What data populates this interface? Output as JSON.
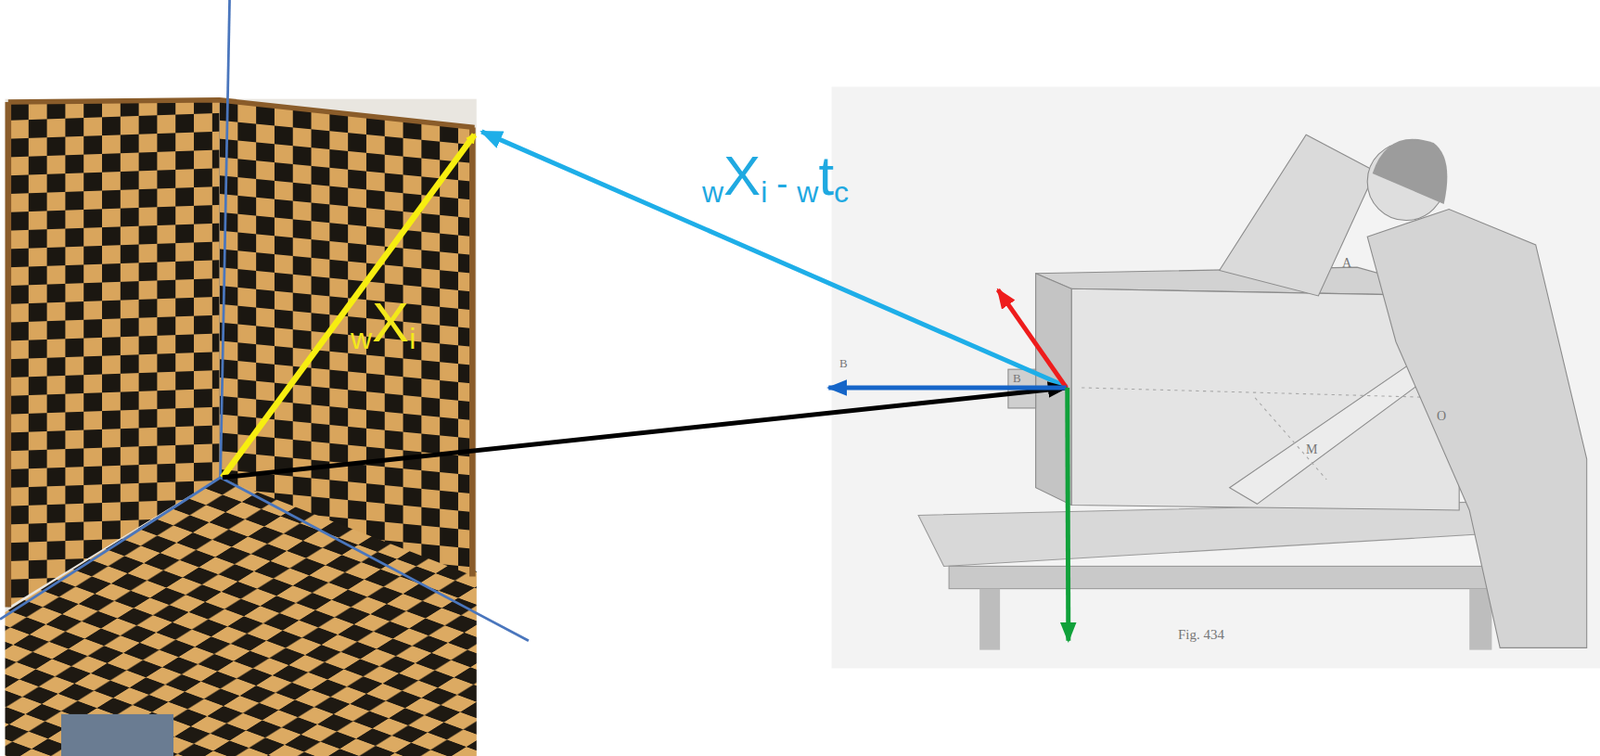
{
  "diagram": {
    "labels": [
      "wXi",
      "wXi - wtc",
      "A",
      "B",
      "B",
      "M",
      "O",
      "Fig. 434"
    ]
  }
}
